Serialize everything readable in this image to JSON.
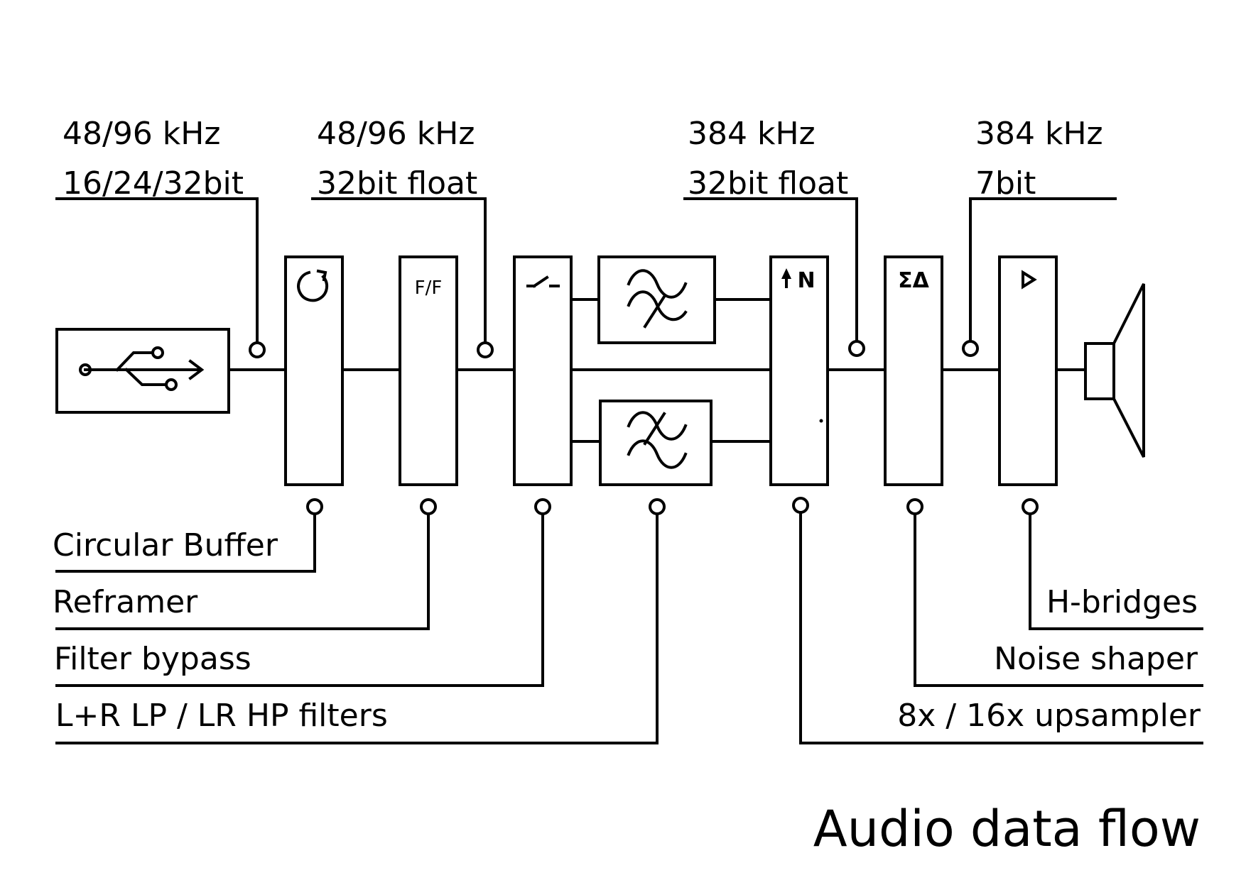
{
  "title": "Audio data flow",
  "top_labels": [
    {
      "line1": "48/96 kHz",
      "line2": "16/24/32bit"
    },
    {
      "line1": "48/96 kHz",
      "line2": "32bit float"
    },
    {
      "line1": "384 kHz",
      "line2": "32bit float"
    },
    {
      "line1": "384 kHz",
      "line2": "7bit"
    }
  ],
  "left_labels": [
    "Circular Buffer",
    "Reframer",
    "Filter bypass",
    "L+R LP / LR HP filters"
  ],
  "right_labels": [
    "H-bridges",
    "Noise shaper",
    "8x / 16x upsampler"
  ],
  "symbols": {
    "reframer": "F/F",
    "upsampler": "N",
    "noise_shaper": "ΣΔ"
  },
  "icons": {
    "source": "usb-icon",
    "buffer": "circular-arrow-icon",
    "bypass": "switch-icon",
    "lowpass": "lowpass-filter-icon",
    "highpass": "highpass-filter-icon",
    "upsampler": "up-arrow-icon",
    "amplifier": "triangle-amplifier-icon",
    "output": "speaker-icon"
  }
}
